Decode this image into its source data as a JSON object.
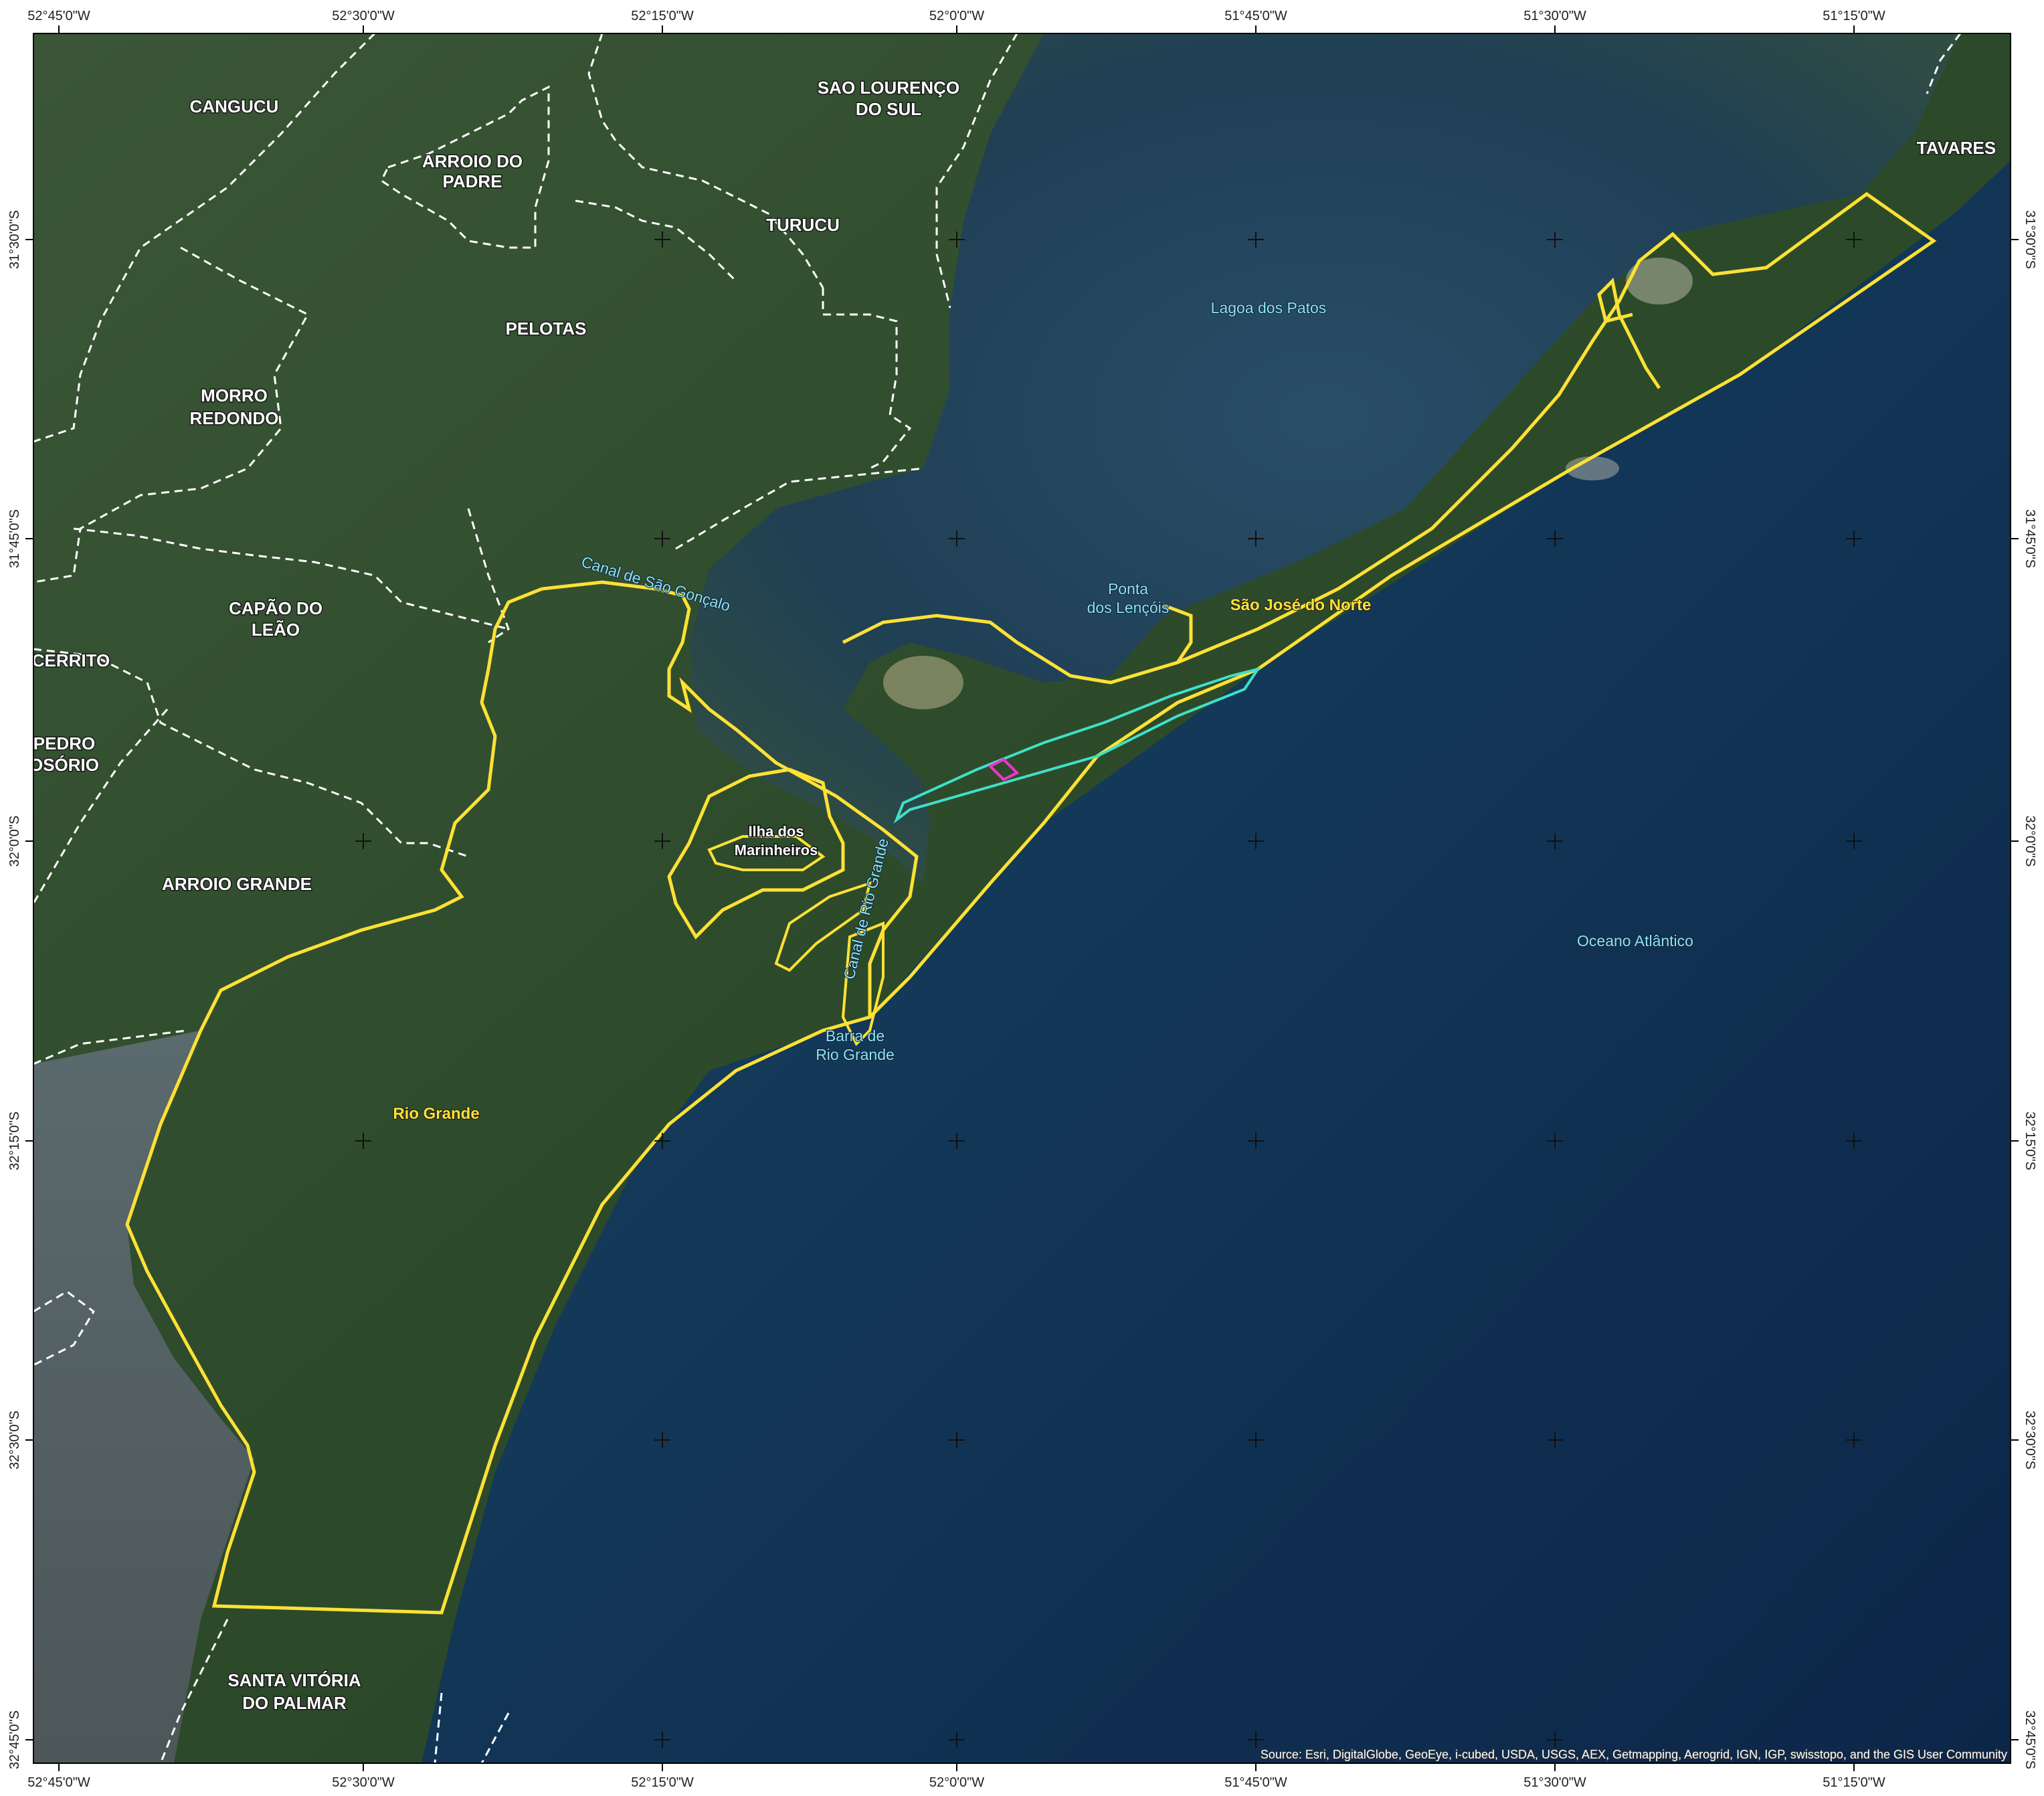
{
  "map": {
    "coordinate_labels": {
      "top": [
        "52°45'0\"W",
        "52°30'0\"W",
        "52°15'0\"W",
        "52°0'0\"W",
        "51°45'0\"W",
        "51°30'0\"W",
        "51°15'0\"W"
      ],
      "bottom": [
        "52°45'0\"W",
        "52°30'0\"W",
        "52°15'0\"W",
        "52°0'0\"W",
        "51°45'0\"W",
        "51°30'0\"W",
        "51°15'0\"W"
      ],
      "left": [
        "31°30'0\"S",
        "31°45'0\"S",
        "32°0'0\"S",
        "32°15'0\"S",
        "32°30'0\"S",
        "32°45'0\"S"
      ],
      "right": [
        "31°30'0\"S",
        "31°45'0\"S",
        "32°0'0\"S",
        "32°15'0\"S",
        "32°30'0\"S",
        "32°45'0\"S"
      ]
    },
    "municipalities": {
      "cangucu": "CANGUCU",
      "arroio_do_padre_1": "ARROIO DO",
      "arroio_do_padre_2": "PADRE",
      "sao_lourenco_1": "SAO LOURENÇO",
      "sao_lourenco_2": "DO SUL",
      "turucu": "TURUCU",
      "pelotas": "PELOTAS",
      "morro_redondo_1": "MORRO",
      "morro_redondo_2": "REDONDO",
      "capao_do_leao_1": "CAPÃO DO",
      "capao_do_leao_2": "LEÃO",
      "cerrito": "CERRITO",
      "pedro_osorio_1": "PEDRO",
      "pedro_osorio_2": "OSÓRIO",
      "arroio_grande": "ARROIO GRANDE",
      "santa_vitoria_1": "SANTA VITÓRIA",
      "santa_vitoria_2": "DO PALMAR",
      "tavares": "TAVARES"
    },
    "study_areas": {
      "rio_grande": "Rio Grande",
      "sao_jose_do_norte": "São José do Norte"
    },
    "water_features": {
      "lagoa_dos_patos": "Lagoa  dos  Patos",
      "oceano_atlantico": "Oceano  Atlântico",
      "canal_sao_goncalo": "Canal  de  São  Gonçalo",
      "canal_rio_grande": "Canal  de  Rio  Grande",
      "ponta_dos_lencois_1": "Ponta",
      "ponta_dos_lencois_2": "dos Lençóis",
      "barra_1": "Barra de",
      "barra_2": "Rio Grande"
    },
    "island": {
      "line1": "Ilha dos",
      "line2": "Marinheiros"
    },
    "source": "Source: Esri, DigitalGlobe, GeoEye, i-cubed, USDA, USGS, AEX, Getmapping, Aerogrid, IGN, IGP, swisstopo, and the GIS User Community",
    "colors": {
      "study_area_outline": "#ffe135",
      "cyan_polygon": "#3fe0c8",
      "magenta_polygon": "#ff2fd0",
      "municipal_boundary": "#ffffff",
      "ocean": "#0f2a4a",
      "lagoon": "#244560",
      "land": "#2e4a28"
    }
  }
}
